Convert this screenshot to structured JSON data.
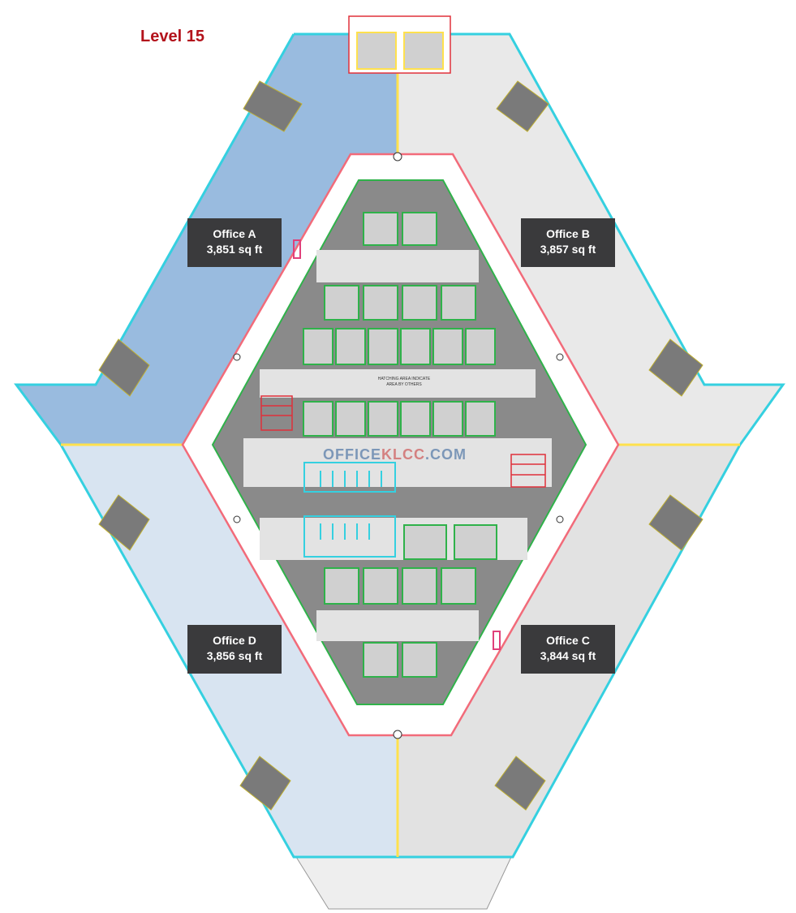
{
  "title": "Level 15",
  "offices": [
    {
      "id": "a",
      "name": "Office A",
      "area": "3,851 sq ft",
      "fill": "#99bbdf"
    },
    {
      "id": "b",
      "name": "Office B",
      "area": "3,857 sq ft",
      "fill": "#e9e9e9"
    },
    {
      "id": "c",
      "name": "Office C",
      "area": "3,844 sq ft",
      "fill": "#e2e2e2"
    },
    {
      "id": "d",
      "name": "Office D",
      "area": "3,856 sq ft",
      "fill": "#d8e4f1"
    }
  ],
  "watermark": {
    "part1": "OFFICE",
    "part2": "KLCC",
    "part3": ".COM"
  },
  "core_note": "HATCHING AREA INDICATE AREA BY OTHERS",
  "colors": {
    "title": "#b3121b",
    "label_bg": "#3a3a3c",
    "label_text": "#ffffff",
    "facade": "#35d0e0",
    "corridor_outline": "#f26b7a",
    "core_fill": "#8a8a8a",
    "lift_outline": "#2fb24a",
    "divider": "#ffe14d"
  }
}
